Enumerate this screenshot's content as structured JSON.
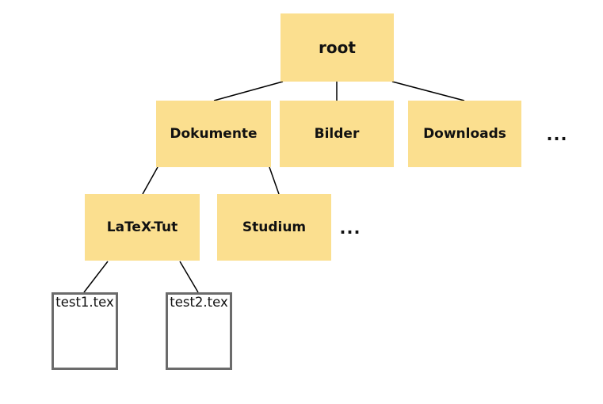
{
  "diagram": {
    "type": "tree",
    "description_level_count": 4,
    "nodes": {
      "root": {
        "label": "root",
        "kind": "folder"
      },
      "dokumente": {
        "label": "Dokumente",
        "kind": "folder"
      },
      "bilder": {
        "label": "Bilder",
        "kind": "folder"
      },
      "downloads": {
        "label": "Downloads",
        "kind": "folder"
      },
      "latex_tut": {
        "label": "LaTeX-Tut",
        "kind": "folder"
      },
      "studium": {
        "label": "Studium",
        "kind": "folder"
      },
      "test1": {
        "label": "test1.tex",
        "kind": "file"
      },
      "test2": {
        "label": "test2.tex",
        "kind": "file"
      }
    },
    "edges": [
      {
        "from": "root",
        "to": "dokumente"
      },
      {
        "from": "root",
        "to": "bilder"
      },
      {
        "from": "root",
        "to": "downloads"
      },
      {
        "from": "dokumente",
        "to": "latex_tut"
      },
      {
        "from": "dokumente",
        "to": "studium"
      },
      {
        "from": "latex_tut",
        "to": "test1"
      },
      {
        "from": "latex_tut",
        "to": "test2"
      }
    ],
    "ellipsis_level2": "...",
    "ellipsis_level3": "...",
    "colors": {
      "folder_fill": "#FBDF8F",
      "file_border": "#6b6b6b",
      "edge": "#000000"
    }
  }
}
